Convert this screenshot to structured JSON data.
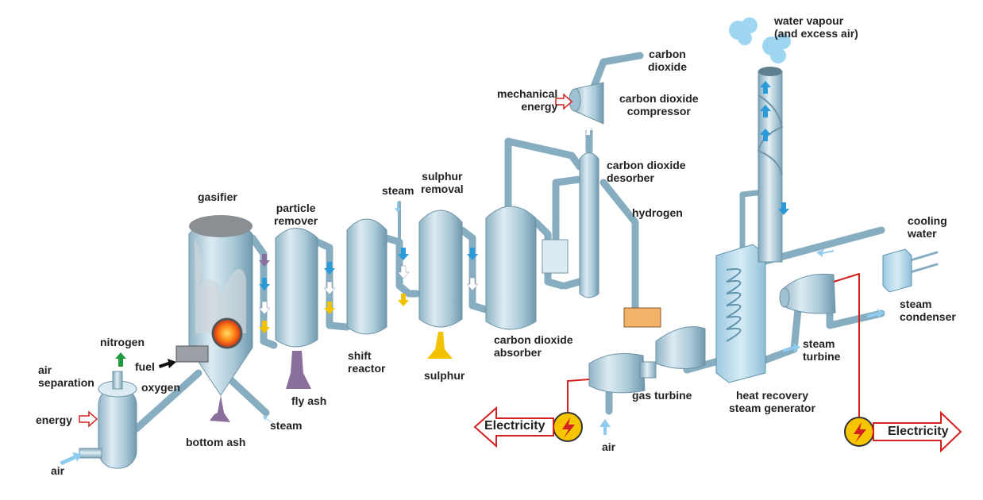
{
  "labels": {
    "gasifier": "gasifier",
    "particle_remover": [
      "particle",
      "remover"
    ],
    "steam_top": "steam",
    "sulphur_removal": [
      "sulphur",
      "removal"
    ],
    "carbon_dioxide": [
      "carbon",
      "dioxide"
    ],
    "mechanical_energy": [
      "mechanical",
      "energy"
    ],
    "co2_compressor": [
      "carbon dioxide",
      "compressor"
    ],
    "co2_desorber": [
      "carbon dioxide",
      "desorber"
    ],
    "hydrogen": "hydrogen",
    "water_vapour": [
      "water vapour",
      "(and excess air)"
    ],
    "cooling_water": [
      "cooling",
      "water"
    ],
    "steam_condenser": [
      "steam",
      "condenser"
    ],
    "steam_turbine": [
      "steam",
      "turbine"
    ],
    "heat_recovery": [
      "heat recovery",
      "steam generator"
    ],
    "gas_turbine": "gas turbine",
    "air_gt": "air",
    "co2_absorber": [
      "carbon dioxide",
      "absorber"
    ],
    "sulphur": "sulphur",
    "shift_reactor": [
      "shift",
      "reactor"
    ],
    "fly_ash": "fly ash",
    "bottom_ash": "bottom ash",
    "steam_bottom": "steam",
    "nitrogen": "nitrogen",
    "fuel": "fuel",
    "oxygen": "oxygen",
    "air_separation": [
      "air",
      "separation"
    ],
    "energy": "energy",
    "air_left": "air",
    "electricity_left": "Electricity",
    "electricity_right": "Electricity"
  },
  "colors": {
    "equipment": "#b8d6e3",
    "equipment_dark": "#7fa9be",
    "flow_arrow": "#2a9ad8",
    "solids_arrow": "#f2c200",
    "electric_line": "#d42020",
    "generator_fill": "#f7c400",
    "ash": "#8a6f9c",
    "nitrogen_arrow": "#1f9a3a"
  },
  "icons": [
    "lightning-icon",
    "flame-icon",
    "cloud-icon"
  ]
}
